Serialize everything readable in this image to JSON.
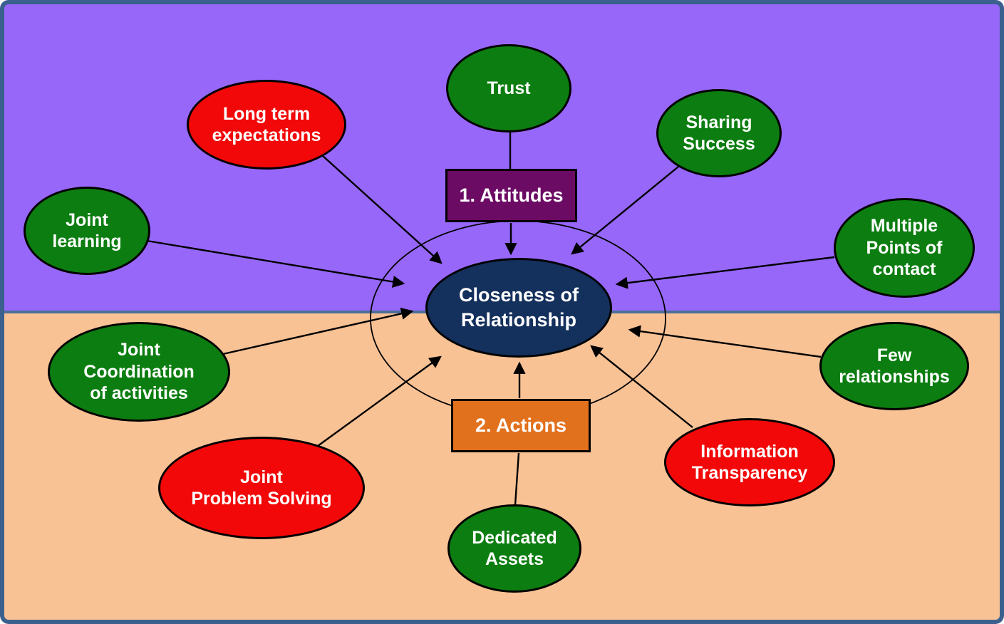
{
  "title": "Closeness of Relationship diagram",
  "colors": {
    "frame": "#3B608E",
    "purple_bg": "#9767FA",
    "orange_bg": "#F9C295",
    "divider": "#4C7097",
    "node_green": "#0C7D10",
    "node_red": "#F20808",
    "center_navy": "#14305C",
    "attitudes_box": "#6C0B64",
    "actions_box": "#E2711E",
    "line": "#000000"
  },
  "center": {
    "lines": [
      "Closeness of",
      "Relationship"
    ]
  },
  "sections": {
    "attitudes": {
      "label": "1. Attitudes"
    },
    "actions": {
      "label": "2. Actions"
    }
  },
  "nodes": {
    "trust": {
      "color": "green",
      "lines": [
        "Trust"
      ]
    },
    "long_term": {
      "color": "red",
      "lines": [
        "Long term",
        "expectations"
      ]
    },
    "sharing": {
      "color": "green",
      "lines": [
        "Sharing",
        "Success"
      ]
    },
    "joint_learning": {
      "color": "green",
      "lines": [
        "Joint",
        "learning"
      ]
    },
    "multiple_points": {
      "color": "green",
      "lines": [
        "Multiple",
        "Points of",
        "contact"
      ]
    },
    "joint_coordination": {
      "color": "green",
      "lines": [
        "Joint",
        "Coordination",
        "of activities"
      ]
    },
    "joint_problem": {
      "color": "red",
      "lines": [
        "Joint",
        "Problem Solving"
      ]
    },
    "dedicated_assets": {
      "color": "green",
      "lines": [
        "Dedicated",
        "Assets"
      ]
    },
    "information_transparency": {
      "color": "red",
      "lines": [
        "Information",
        "Transparency"
      ]
    },
    "few_relationships": {
      "color": "green",
      "lines": [
        "Few",
        "relationships"
      ]
    }
  }
}
